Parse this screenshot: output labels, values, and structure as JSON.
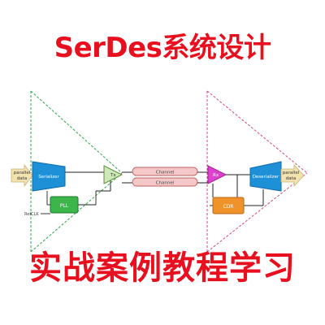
{
  "title_top": "SerDes系统设计",
  "title_bottom": "实战案例教程学习",
  "diagram": {
    "input_label_line1": "parallel",
    "input_label_line2": "data",
    "output_label_line1": "parallel",
    "output_label_line2": "data",
    "serializer": "Serializer",
    "pll": "PLL",
    "refclk": "RefCLK",
    "tx": "Tx",
    "channel_top": "Channel",
    "channel_bottom": "Channel",
    "rx": "Rx",
    "cdr": "CDR",
    "deserializer": "Deserializer"
  },
  "colors": {
    "title": "#e8101e",
    "serializer": "#1e90d8",
    "pll": "#3cb54a",
    "tx": "#cfe8b8",
    "channel": "#f4c8c8",
    "rx": "#e040d0",
    "cdr": "#f0922a",
    "deserializer": "#1e90d8",
    "green_guide": "#2aa84a",
    "pink_guide": "#d04a8a",
    "input_arrow": "#f2e2b0"
  }
}
